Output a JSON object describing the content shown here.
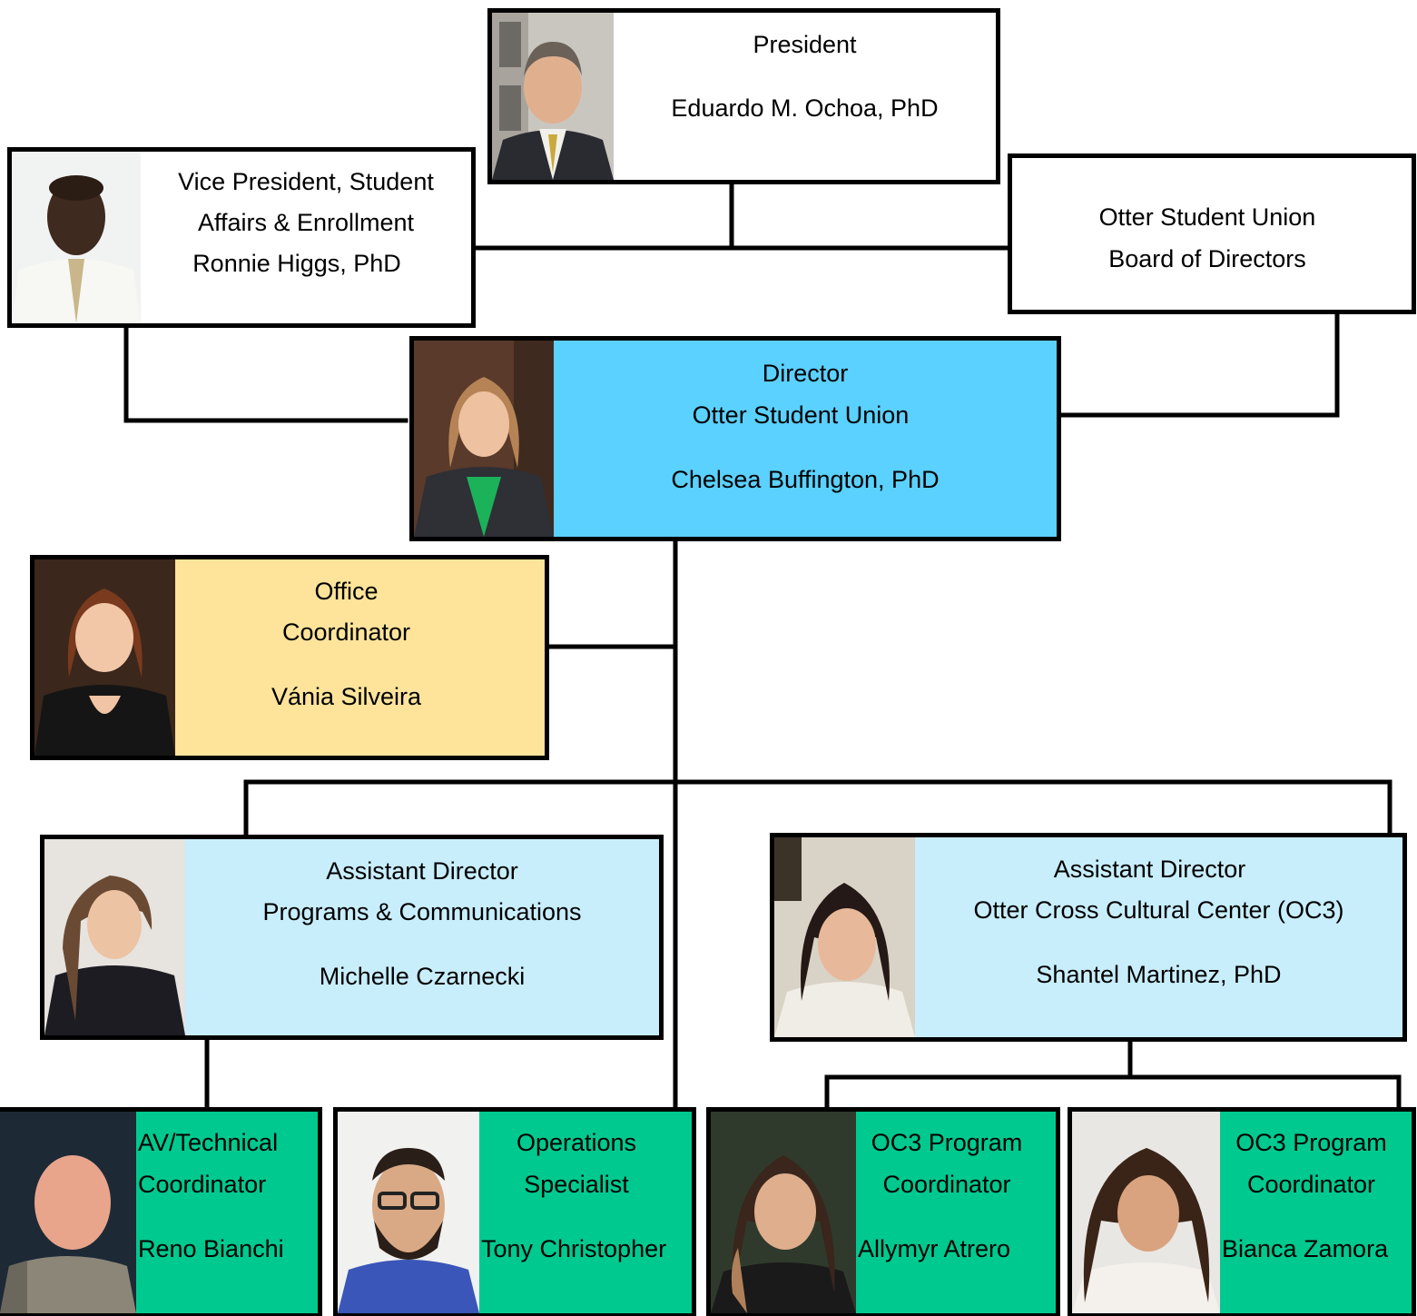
{
  "colors": {
    "director_fill": "#5bd1ff",
    "office_fill": "#fde49a",
    "assistant_fill": "#c8eefc",
    "staff_fill": "#00c98f",
    "plain_fill": "#ffffff",
    "border": "#000000"
  },
  "president": {
    "title": "President",
    "name": "Eduardo M. Ochoa, PhD",
    "photo": "president-portrait"
  },
  "vice_president": {
    "title_line1": "Vice President, Student",
    "title_line2": "Affairs & Enrollment",
    "name": "Ronnie Higgs, PhD",
    "photo": "vice-president-portrait"
  },
  "board": {
    "line1": "Otter Student Union",
    "line2": "Board of Directors"
  },
  "director": {
    "title": "Director",
    "unit": "Otter Student Union",
    "name": "Chelsea Buffington, PhD",
    "photo": "director-portrait"
  },
  "office_coordinator": {
    "title_line1": "Office",
    "title_line2": "Coordinator",
    "name": "Vánia Silveira",
    "photo": "office-coordinator-portrait"
  },
  "assistant_programs": {
    "title": "Assistant Director",
    "unit": "Programs & Communications",
    "name": "Michelle Czarnecki",
    "photo": "assistant-programs-portrait"
  },
  "assistant_oc3": {
    "title": "Assistant Director",
    "unit": "Otter Cross Cultural Center (OC3)",
    "name": "Shantel Martinez, PhD",
    "photo": "assistant-oc3-portrait"
  },
  "staff": [
    {
      "title_line1": "AV/Technical",
      "title_line2": "Coordinator",
      "name": "Reno Bianchi",
      "photo": "av-coordinator-portrait"
    },
    {
      "title_line1": "Operations",
      "title_line2": "Specialist",
      "name": "Tony Christopher",
      "photo": "operations-specialist-portrait"
    },
    {
      "title_line1": "OC3 Program",
      "title_line2": "Coordinator",
      "name": "Allymyr Atrero",
      "photo": "oc3-coordinator-1-portrait"
    },
    {
      "title_line1": "OC3 Program",
      "title_line2": "Coordinator",
      "name": "Bianca Zamora",
      "photo": "oc3-coordinator-2-portrait"
    }
  ]
}
